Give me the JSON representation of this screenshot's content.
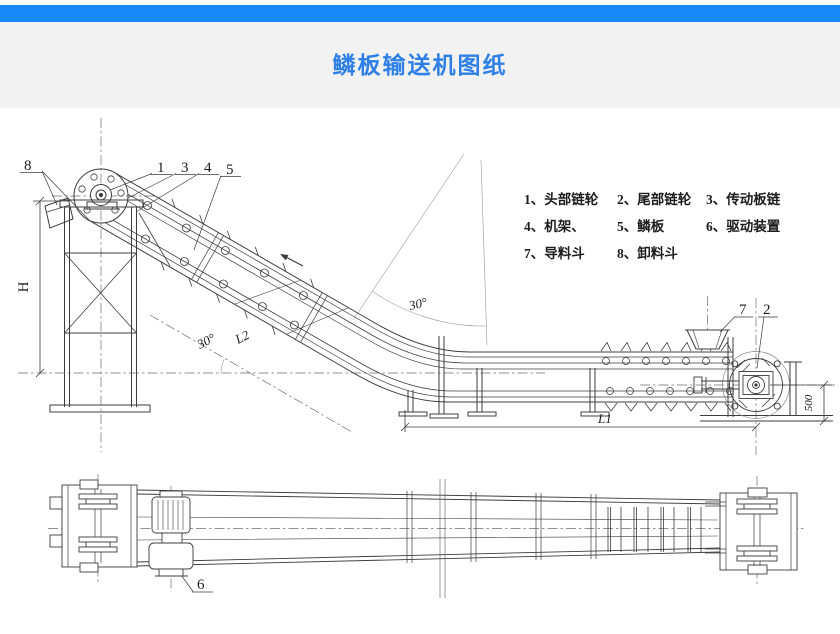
{
  "header": {
    "title": "鳞板输送机图纸",
    "bar_color": "#1788f8",
    "panel_bg": "#f2f2f2",
    "title_color": "#2e80e8"
  },
  "legend": {
    "items": [
      "1、头部链轮",
      "2、尾部链轮",
      "3、传动板链",
      "4、机架、",
      "5、鳞板",
      "6、驱动装置",
      "7、导料斗",
      "8、卸料斗"
    ]
  },
  "drawing": {
    "line_color": "#3c3c3c",
    "labels": {
      "n1": "1",
      "n2": "2",
      "n3": "3",
      "n4": "4",
      "n5": "5",
      "n6": "6",
      "n7": "7",
      "n8": "8"
    },
    "dims": {
      "H": "H",
      "L1": "L1",
      "L2": "L2",
      "d500": "500",
      "angle_incline": "30°",
      "angle_curve": "30°"
    }
  }
}
